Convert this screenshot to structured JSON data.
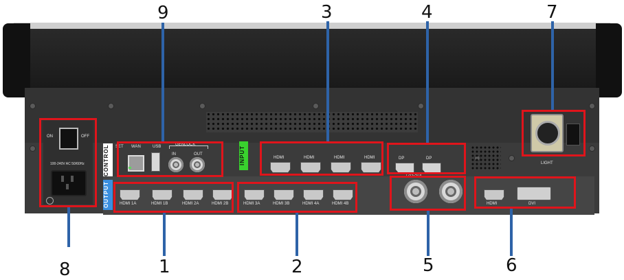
{
  "callouts": {
    "n1": "1",
    "n2": "2",
    "n3": "3",
    "n4": "4",
    "n5": "5",
    "n6": "6",
    "n7": "7",
    "n8": "8",
    "n9": "9"
  },
  "panel": {
    "control_label": "CONTROL",
    "input_label": "INPUT",
    "output_label": "OUTPUT",
    "set_label": "SET",
    "wan_label": "WAN",
    "usb_label": "USB",
    "genlock_label": "GENLOCK",
    "genlock_in": "IN",
    "genlock_out": "OUT",
    "power_on": "ON",
    "power_off": "OFF",
    "power_rating": "100-240V AC 50/60Hz",
    "light_label": "LIGHT",
    "inputs": [
      "HDMI",
      "HDMI",
      "HDMI",
      "HDMI"
    ],
    "dp_inputs": [
      "DP",
      "DP"
    ],
    "outputs_a": [
      "HDMI 1A",
      "HDMI 1B",
      "HDMI 2A",
      "HDMI 2B"
    ],
    "outputs_b": [
      "HDMI 3A",
      "HDMI 3B",
      "HDMI 4A",
      "HDMI 4B"
    ],
    "sdi_label": "12G-SDI",
    "monitor_hdmi": "HDMI",
    "monitor_dvi": "DVI"
  },
  "colors": {
    "callout_box": "#e0141b",
    "leader_line": "#2e63a8",
    "control_tab": "#ffffff",
    "input_tab": "#39d22e",
    "output_tab": "#3a8fe0"
  }
}
